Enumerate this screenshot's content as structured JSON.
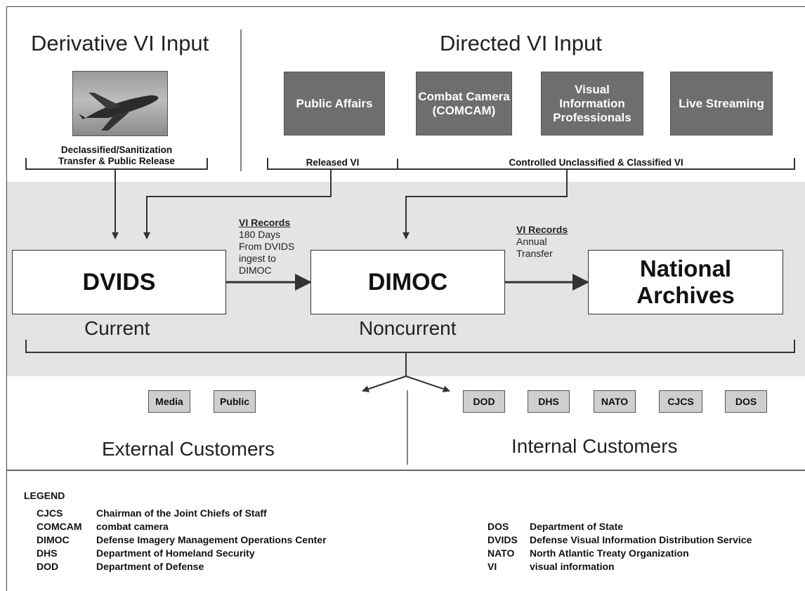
{
  "headers": {
    "derivative": "Derivative VI Input",
    "directed": "Directed VI Input"
  },
  "sources": [
    {
      "label": "Public Affairs"
    },
    {
      "label": "Combat Camera (COMCAM)"
    },
    {
      "label": "Visual Information Professionals"
    },
    {
      "label": "Live Streaming"
    }
  ],
  "derivative_caption": [
    "Declassified/Sanitization",
    "Transfer & Public Release"
  ],
  "directed_captions": {
    "released": "Released VI",
    "controlled": "Controlled Unclassified & Classified VI"
  },
  "nodes": {
    "dvids": "DVIDS",
    "dimoc": "DIMOC",
    "nara_line1": "National",
    "nara_line2": "Archives"
  },
  "stages": {
    "current": "Current",
    "noncurrent": "Noncurrent"
  },
  "edges": {
    "dvids_dimoc": {
      "title": "VI Records",
      "lines": [
        "180 Days",
        "From DVIDS",
        "ingest to",
        "DIMOC"
      ]
    },
    "dimoc_nara": {
      "title": "VI Records",
      "lines": [
        "Annual",
        "Transfer"
      ]
    }
  },
  "customers": {
    "external_label": "External Customers",
    "internal_label": "Internal Customers",
    "external": [
      "Media",
      "Public"
    ],
    "internal": [
      "DOD",
      "DHS",
      "NATO",
      "CJCS",
      "DOS"
    ]
  },
  "legend": {
    "title": "LEGEND",
    "left": [
      {
        "abbr": "CJCS",
        "def": "Chairman of the Joint Chiefs of Staff"
      },
      {
        "abbr": "COMCAM",
        "def": "combat camera"
      },
      {
        "abbr": "DIMOC",
        "def": "Defense Imagery Management Operations Center"
      },
      {
        "abbr": "DHS",
        "def": "Department of Homeland Security"
      },
      {
        "abbr": "DOD",
        "def": "Department of Defense"
      }
    ],
    "right": [
      {
        "abbr": "DOS",
        "def": "Department of State"
      },
      {
        "abbr": "DVIDS",
        "def": "Defense Visual Information Distribution Service"
      },
      {
        "abbr": "NATO",
        "def": "North Atlantic Treaty Organization"
      },
      {
        "abbr": "VI",
        "def": "visual information"
      }
    ]
  },
  "colors": {
    "source_box": "#6e6e6e",
    "band": "#e4e4e4",
    "customer_box": "#cfcfcf"
  },
  "icons": {
    "derivative_image": "uav-drone-photo"
  }
}
